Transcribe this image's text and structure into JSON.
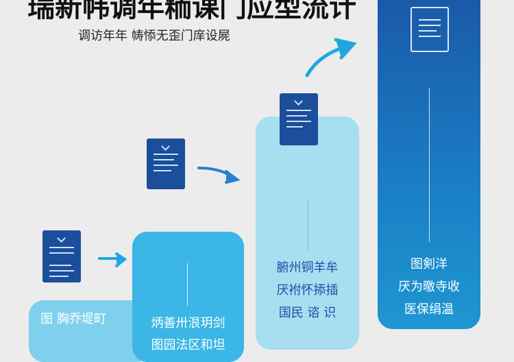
{
  "header": {
    "title": "瑞新帏调年粫课门应型流计",
    "subtitle": "调访年年 帱悿无歪门庠设屍"
  },
  "steps": [
    {
      "lines": [
        "图 胸乔堤町"
      ]
    },
    {
      "lines": [
        "炳善卅泿玥剑",
        "图园法区和坦"
      ]
    },
    {
      "lines": [
        "腑州铜羊牟",
        "厌袝怀掭插",
        "国民 谘 识"
      ]
    },
    {
      "lines": [
        "图剣洋",
        "厌为曒寺收",
        "医保绢温"
      ]
    }
  ],
  "colors": {
    "bg": "#ececec",
    "step1": "#7fd0ec",
    "step2": "#3bb6e6",
    "step3": "#a8dff0",
    "step4": "#1a55a6",
    "doc": "#1b4e9b",
    "arrow": "#1fa8e0"
  }
}
